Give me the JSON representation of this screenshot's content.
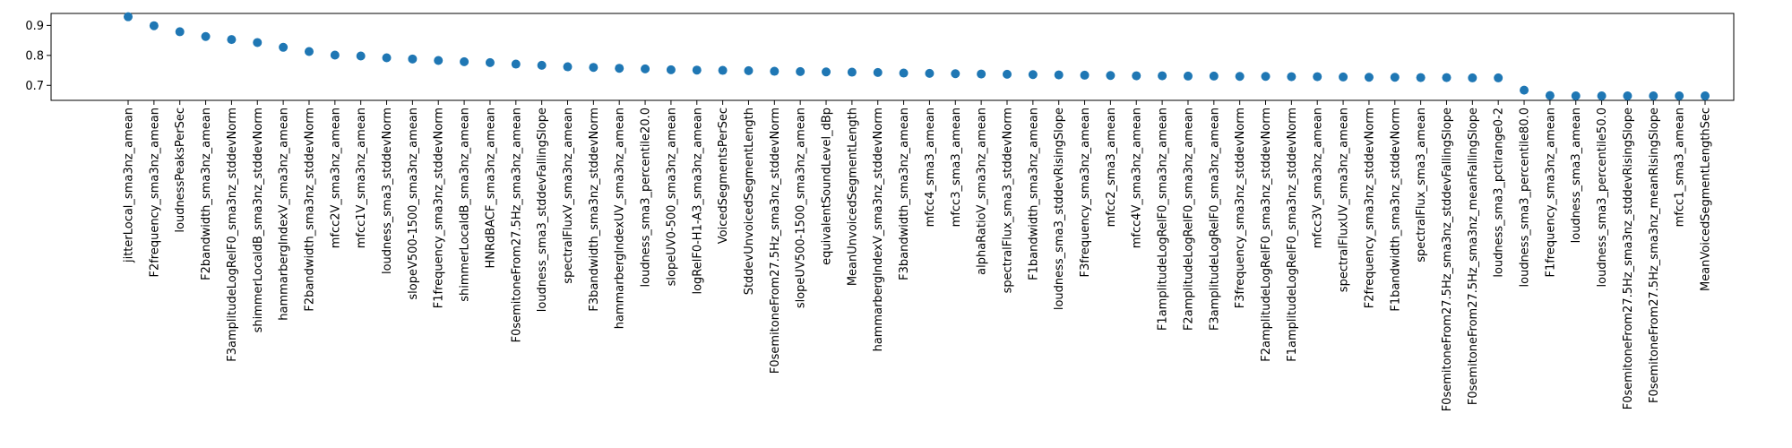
{
  "chart_data": {
    "type": "scatter",
    "title": "",
    "xlabel": "",
    "ylabel": "",
    "ylim": [
      0.65,
      0.94
    ],
    "yticks": [
      0.7,
      0.8,
      0.9
    ],
    "ytick_labels": [
      "0.7",
      "0.8",
      "0.9"
    ],
    "grid": false,
    "marker_color": "#1f77b4",
    "categories": [
      "jitterLocal_sma3nz_amean",
      "F2frequency_sma3nz_amean",
      "loudnessPeaksPerSec",
      "F2bandwidth_sma3nz_amean",
      "F3amplitudeLogRelF0_sma3nz_stddevNorm",
      "shimmerLocaldB_sma3nz_stddevNorm",
      "hammarbergIndexV_sma3nz_amean",
      "F2bandwidth_sma3nz_stddevNorm",
      "mfcc2V_sma3nz_amean",
      "mfcc1V_sma3nz_amean",
      "loudness_sma3_stddevNorm",
      "slopeV500-1500_sma3nz_amean",
      "F1frequency_sma3nz_stddevNorm",
      "shimmerLocaldB_sma3nz_amean",
      "HNRdBACF_sma3nz_amean",
      "F0semitoneFrom27.5Hz_sma3nz_amean",
      "loudness_sma3_stddevFallingSlope",
      "spectralFluxV_sma3nz_amean",
      "F3bandwidth_sma3nz_stddevNorm",
      "hammarbergIndexUV_sma3nz_amean",
      "loudness_sma3_percentile20.0",
      "slopeUV0-500_sma3nz_amean",
      "logRelF0-H1-A3_sma3nz_amean",
      "VoicedSegmentsPerSec",
      "StddevUnvoicedSegmentLength",
      "F0semitoneFrom27.5Hz_sma3nz_stddevNorm",
      "slopeUV500-1500_sma3nz_amean",
      "equivalentSoundLevel_dBp",
      "MeanUnvoicedSegmentLength",
      "hammarbergIndexV_sma3nz_stddevNorm",
      "F3bandwidth_sma3nz_amean",
      "mfcc4_sma3_amean",
      "mfcc3_sma3_amean",
      "alphaRatioV_sma3nz_amean",
      "spectralFlux_sma3_stddevNorm",
      "F1bandwidth_sma3nz_amean",
      "loudness_sma3_stddevRisingSlope",
      "F3frequency_sma3nz_amean",
      "mfcc2_sma3_amean",
      "mfcc4V_sma3nz_amean",
      "F1amplitudeLogRelF0_sma3nz_amean",
      "F2amplitudeLogRelF0_sma3nz_amean",
      "F3amplitudeLogRelF0_sma3nz_amean",
      "F3frequency_sma3nz_stddevNorm",
      "F2amplitudeLogRelF0_sma3nz_stddevNorm",
      "F1amplitudeLogRelF0_sma3nz_stddevNorm",
      "mfcc3V_sma3nz_amean",
      "spectralFluxUV_sma3nz_amean",
      "F2frequency_sma3nz_stddevNorm",
      "F1bandwidth_sma3nz_stddevNorm",
      "spectralFlux_sma3_amean",
      "F0semitoneFrom27.5Hz_sma3nz_stddevFallingSlope",
      "F0semitoneFrom27.5Hz_sma3nz_meanFallingSlope",
      "loudness_sma3_pctlrange0-2",
      "loudness_sma3_percentile80.0",
      "F1frequency_sma3nz_amean",
      "loudness_sma3_amean",
      "loudness_sma3_percentile50.0",
      "F0semitoneFrom27.5Hz_sma3nz_stddevRisingSlope",
      "F0semitoneFrom27.5Hz_sma3nz_meanRisingSlope",
      "mfcc1_sma3_amean",
      "MeanVoicedSegmentLengthSec"
    ],
    "values": [
      0.929,
      0.899,
      0.879,
      0.863,
      0.853,
      0.843,
      0.827,
      0.813,
      0.801,
      0.798,
      0.792,
      0.788,
      0.783,
      0.779,
      0.776,
      0.771,
      0.767,
      0.762,
      0.76,
      0.757,
      0.755,
      0.752,
      0.751,
      0.75,
      0.749,
      0.747,
      0.746,
      0.745,
      0.744,
      0.743,
      0.741,
      0.74,
      0.739,
      0.738,
      0.737,
      0.736,
      0.735,
      0.734,
      0.733,
      0.732,
      0.732,
      0.731,
      0.731,
      0.73,
      0.73,
      0.729,
      0.729,
      0.728,
      0.727,
      0.727,
      0.726,
      0.726,
      0.725,
      0.725,
      0.684,
      0.666,
      0.665,
      0.665,
      0.665,
      0.665,
      0.665,
      0.665
    ]
  }
}
